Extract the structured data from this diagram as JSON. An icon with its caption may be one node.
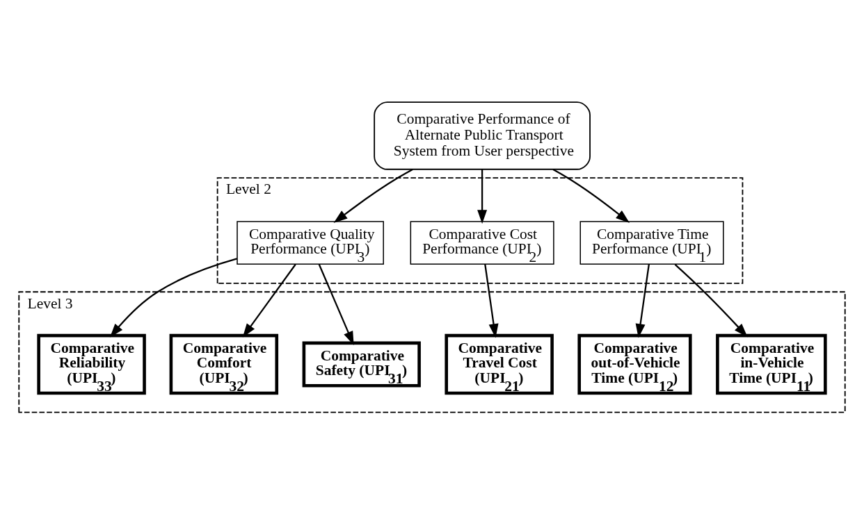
{
  "diagram": {
    "nodes": [
      {
        "text": [
          "Comparative Performance of Alternate Public Transport System from User perspective"
        ]
      },
      {
        "text": [
          "Level 2"
        ]
      },
      {
        "text": [
          "Comparative Time Performance (UPI$_{1}$)"
        ],
        "in": 1
      },
      {
        "text": [
          "Comparative Cost Performance (UPI$_{2}$)"
        ],
        "in": 1
      },
      {
        "text": [
          "Comparative Quality Performance (UPI$_{3}$)"
        ],
        "in": 1
      },
      {
        "text": [
          "Level 3"
        ]
      },
      {
        "text": [
          "Comparative in-Vehicle Time (UPI$_{11}$)"
        ],
        "in": 5
      },
      {
        "text": [
          "Comparative out-of-Vehicle Time (UPI$_{12}$)"
        ],
        "in": 5
      },
      {
        "text": [
          "Comparative Travel Cost (UPI$_{21}$)"
        ],
        "in": 5
      },
      {
        "text": [
          "Comparative Safety (UPI$_{31}$)"
        ],
        "in": 5
      },
      {
        "text": [
          "Comparative Comfort (UPI$_{32}$)"
        ],
        "in": 5
      },
      {
        "text": [
          "Comparative Reliability (UPI$_{33}$)"
        ],
        "in": 5
      }
    ],
    "edges": [
      {
        "from": 0,
        "to": 2,
        "arrow": "to"
      },
      {
        "from": 0,
        "to": 3,
        "arrow": "to"
      },
      {
        "from": 0,
        "to": 4,
        "arrow": "to"
      },
      {
        "from": 2,
        "to": 6,
        "arrow": "to"
      },
      {
        "from": 2,
        "to": 7,
        "arrow": "to"
      },
      {
        "from": 3,
        "to": 8,
        "arrow": "to"
      },
      {
        "from": 4,
        "to": 9,
        "arrow": "to"
      },
      {
        "from": 4,
        "to": 10,
        "arrow": "to"
      },
      {
        "from": 4,
        "to": 11,
        "arrow": "to"
      }
    ]
  }
}
